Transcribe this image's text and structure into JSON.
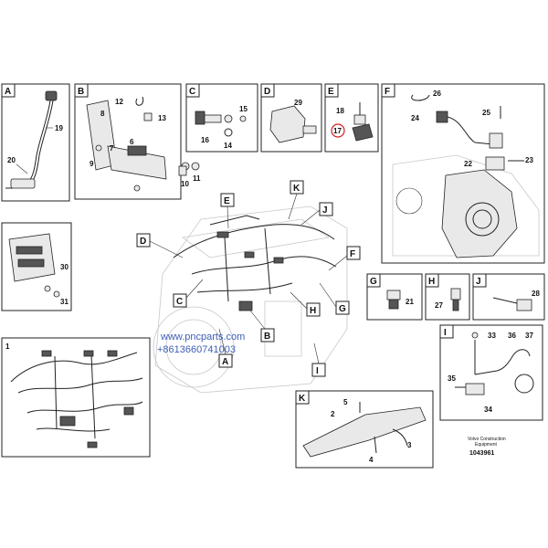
{
  "panels": {
    "A": {
      "tag": "A",
      "parts": [
        "19",
        "20"
      ]
    },
    "B": {
      "tag": "B",
      "parts": [
        "12",
        "8",
        "13",
        "6",
        "7",
        "9",
        "10",
        "11"
      ]
    },
    "C": {
      "tag": "C",
      "parts": [
        "15",
        "16",
        "14"
      ]
    },
    "D": {
      "tag": "D",
      "parts": [
        "29"
      ]
    },
    "E": {
      "tag": "E",
      "parts": [
        "18",
        "17"
      ]
    },
    "F": {
      "tag": "F",
      "parts": [
        "26",
        "25",
        "24",
        "22",
        "23"
      ]
    },
    "ecu": {
      "parts": [
        "30",
        "31"
      ]
    },
    "G": {
      "tag": "G",
      "parts": [
        "21"
      ]
    },
    "H": {
      "tag": "H",
      "parts": [
        "27"
      ]
    },
    "J": {
      "tag": "J",
      "parts": [
        "28"
      ]
    },
    "I": {
      "tag": "I",
      "parts": [
        "33",
        "36",
        "37",
        "35",
        "34"
      ]
    },
    "harness": {
      "parts": [
        "1"
      ]
    },
    "K": {
      "tag": "K",
      "parts": [
        "5",
        "2",
        "4",
        "3"
      ]
    }
  },
  "engine_callouts": [
    "E",
    "K",
    "J",
    "D",
    "F",
    "C",
    "G",
    "H",
    "B",
    "A",
    "I"
  ],
  "watermark": {
    "line1": "www.pncparts.com",
    "line2": "+8613660741003"
  },
  "footer": {
    "brand_line1": "Volvo Construction",
    "brand_line2": "Equipment",
    "figure_number": "1043961"
  },
  "colors": {
    "stroke": "#222222",
    "highlight_circle": "#d42020",
    "watermark": "#3d5fb5"
  }
}
